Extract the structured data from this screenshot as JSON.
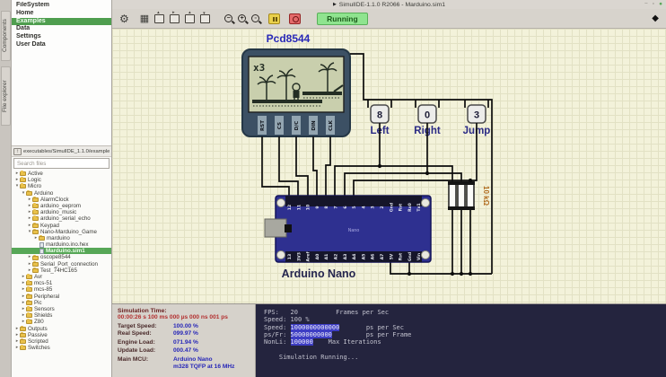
{
  "window": {
    "title": "SimulIDE-1.1.0 R2066 - Marduino.sim1"
  },
  "side_tabs": {
    "components": "Components",
    "file_explorer": "File explorer"
  },
  "places": {
    "items": [
      "FileSystem",
      "Home",
      "Examples",
      "Data",
      "Settings",
      "User Data"
    ],
    "selected": "Examples"
  },
  "browser": {
    "path": "executables/SimulIDE_1.1.0/examples",
    "search_placeholder": "Search files",
    "tree": [
      {
        "label": "Active",
        "level": 0,
        "type": "folder",
        "state": "c"
      },
      {
        "label": "Logic",
        "level": 0,
        "type": "folder",
        "state": "c"
      },
      {
        "label": "Micro",
        "level": 0,
        "type": "folder",
        "state": "e"
      },
      {
        "label": "Arduino",
        "level": 1,
        "type": "folder",
        "state": "e"
      },
      {
        "label": "AlarmClock",
        "level": 2,
        "type": "folder",
        "state": "c"
      },
      {
        "label": "arduino_eeprom",
        "level": 2,
        "type": "folder",
        "state": "c"
      },
      {
        "label": "arduino_music",
        "level": 2,
        "type": "folder",
        "state": "c"
      },
      {
        "label": "arduino_serial_echo",
        "level": 2,
        "type": "folder",
        "state": "c"
      },
      {
        "label": "Keypad",
        "level": 2,
        "type": "folder",
        "state": "c"
      },
      {
        "label": "Nano-Marduino_Game",
        "level": 2,
        "type": "folder",
        "state": "e"
      },
      {
        "label": "marduino",
        "level": 3,
        "type": "folder",
        "state": "c"
      },
      {
        "label": "marduino.ino.hex",
        "level": 3,
        "type": "file",
        "state": "n"
      },
      {
        "label": "Marduino.sim1",
        "level": 3,
        "type": "file",
        "state": "n",
        "selected": true
      },
      {
        "label": "oscope8544",
        "level": 2,
        "type": "folder",
        "state": "c"
      },
      {
        "label": "Serial_Port_connection",
        "level": 2,
        "type": "folder",
        "state": "c"
      },
      {
        "label": "Test_74HC165",
        "level": 2,
        "type": "folder",
        "state": "c"
      },
      {
        "label": "Avr",
        "level": 1,
        "type": "folder",
        "state": "c"
      },
      {
        "label": "mcs-51",
        "level": 1,
        "type": "folder",
        "state": "c"
      },
      {
        "label": "mcs-85",
        "level": 1,
        "type": "folder",
        "state": "c"
      },
      {
        "label": "Peripheral",
        "level": 1,
        "type": "folder",
        "state": "c"
      },
      {
        "label": "Pic",
        "level": 1,
        "type": "folder",
        "state": "c"
      },
      {
        "label": "Sensors",
        "level": 1,
        "type": "folder",
        "state": "c"
      },
      {
        "label": "Shields",
        "level": 1,
        "type": "folder",
        "state": "c"
      },
      {
        "label": "Z80",
        "level": 1,
        "type": "folder",
        "state": "c"
      },
      {
        "label": "Outputs",
        "level": 0,
        "type": "folder",
        "state": "c"
      },
      {
        "label": "Passive",
        "level": 0,
        "type": "folder",
        "state": "c"
      },
      {
        "label": "Scripted",
        "level": 0,
        "type": "folder",
        "state": "c"
      },
      {
        "label": "Switches",
        "level": 0,
        "type": "folder",
        "state": "c"
      }
    ]
  },
  "toolbar": {
    "running_label": "Running",
    "icons": [
      "settings-gear",
      "screenshot-grid",
      "new-circuit",
      "open-circuit",
      "save-circuit",
      "export-circuit",
      "zoom-out",
      "zoom-in",
      "zoom-fit",
      "pause-sim",
      "power-off",
      "panel-toggle"
    ]
  },
  "circuit": {
    "lcd": {
      "title": "Pcd8544",
      "screen_lives": "x3",
      "pins": [
        "RST",
        "CS",
        "D/C",
        "DIN",
        "CLK"
      ]
    },
    "buttons": [
      {
        "key": "8",
        "label": "Left"
      },
      {
        "key": "0",
        "label": "Right"
      },
      {
        "key": "3",
        "label": "Jump"
      }
    ],
    "resistor": {
      "value": "10 kΩ"
    },
    "arduino": {
      "label": "Arduino Nano",
      "chip_text": "Nano",
      "top_pins": [
        "12",
        "11",
        "10",
        "9",
        "8",
        "7",
        "6",
        "5",
        "4",
        "3",
        "2",
        "Gnd",
        "Rst",
        "Rx0",
        "Tx1"
      ],
      "bottom_pins": [
        "13",
        "3V3",
        "Aref",
        "A0",
        "A1",
        "A2",
        "A3",
        "A4",
        "A5",
        "A6",
        "A7",
        "5V",
        "Rst",
        "Gnd",
        "Vin"
      ]
    }
  },
  "info_panel": {
    "time_label": "Simulation Time:",
    "time_value": "00:00:26 s 100 ms 000 µs 000 ns 001 ps",
    "rows": [
      {
        "label": "Target Speed:",
        "value": "100.00 %"
      },
      {
        "label": "Real Speed:",
        "value": "099.97 %"
      },
      {
        "label": "Engine Load:",
        "value": "071.94 %"
      },
      {
        "label": "Update Load:",
        "value": "000.47 %"
      }
    ],
    "mcu_label": "Main MCU:",
    "mcu_line1": "Arduino Nano",
    "mcu_line2": "m328 TQFP at 16 MHz"
  },
  "console": {
    "lines": [
      [
        {
          "t": "FPS:   ",
          "h": false
        },
        {
          "t": "20",
          "h": false
        },
        {
          "t": "          Frames per Sec",
          "h": false
        }
      ],
      [
        {
          "t": "Speed: ",
          "h": false
        },
        {
          "t": "100 %",
          "h": false
        }
      ],
      [
        {
          "t": "Speed: ",
          "h": false
        },
        {
          "t": "1000000000000",
          "h": true
        },
        {
          "t": "       ps per Sec",
          "h": false
        }
      ],
      [
        {
          "t": "ps/Fr: ",
          "h": false
        },
        {
          "t": "50000000000",
          "h": true
        },
        {
          "t": "         ps per Frame",
          "h": false
        }
      ],
      [
        {
          "t": "NonLi: ",
          "h": false
        },
        {
          "t": "100000",
          "h": true
        },
        {
          "t": "    Max Iterations",
          "h": false
        }
      ],
      [
        {
          "t": "",
          "h": false
        }
      ],
      [
        {
          "t": "    Simulation Running...",
          "h": false
        }
      ]
    ]
  }
}
